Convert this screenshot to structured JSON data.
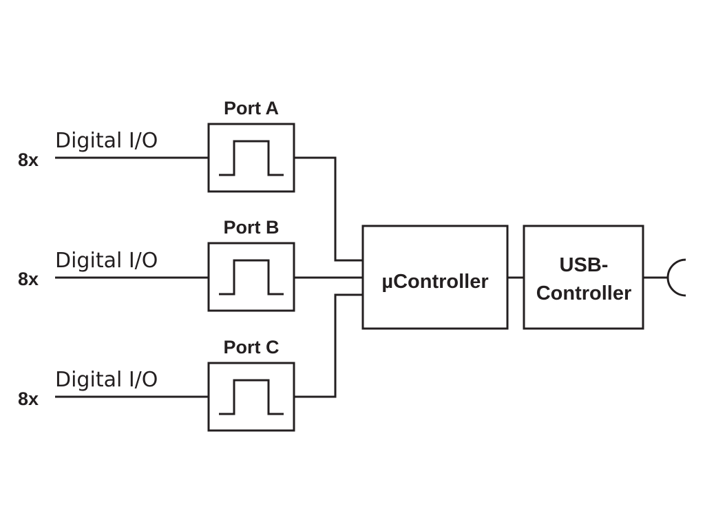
{
  "ports": [
    {
      "name": "Port A",
      "count": "8x",
      "io_label": "Digital I/O"
    },
    {
      "name": "Port B",
      "count": "8x",
      "io_label": "Digital I/O"
    },
    {
      "name": "Port C",
      "count": "8x",
      "io_label": "Digital I/O"
    }
  ],
  "microcontroller": {
    "label": "µController"
  },
  "usb_controller": {
    "label_line1": "USB-",
    "label_line2": "Controller"
  },
  "colors": {
    "ink": "#231f20",
    "background": "#ffffff"
  }
}
